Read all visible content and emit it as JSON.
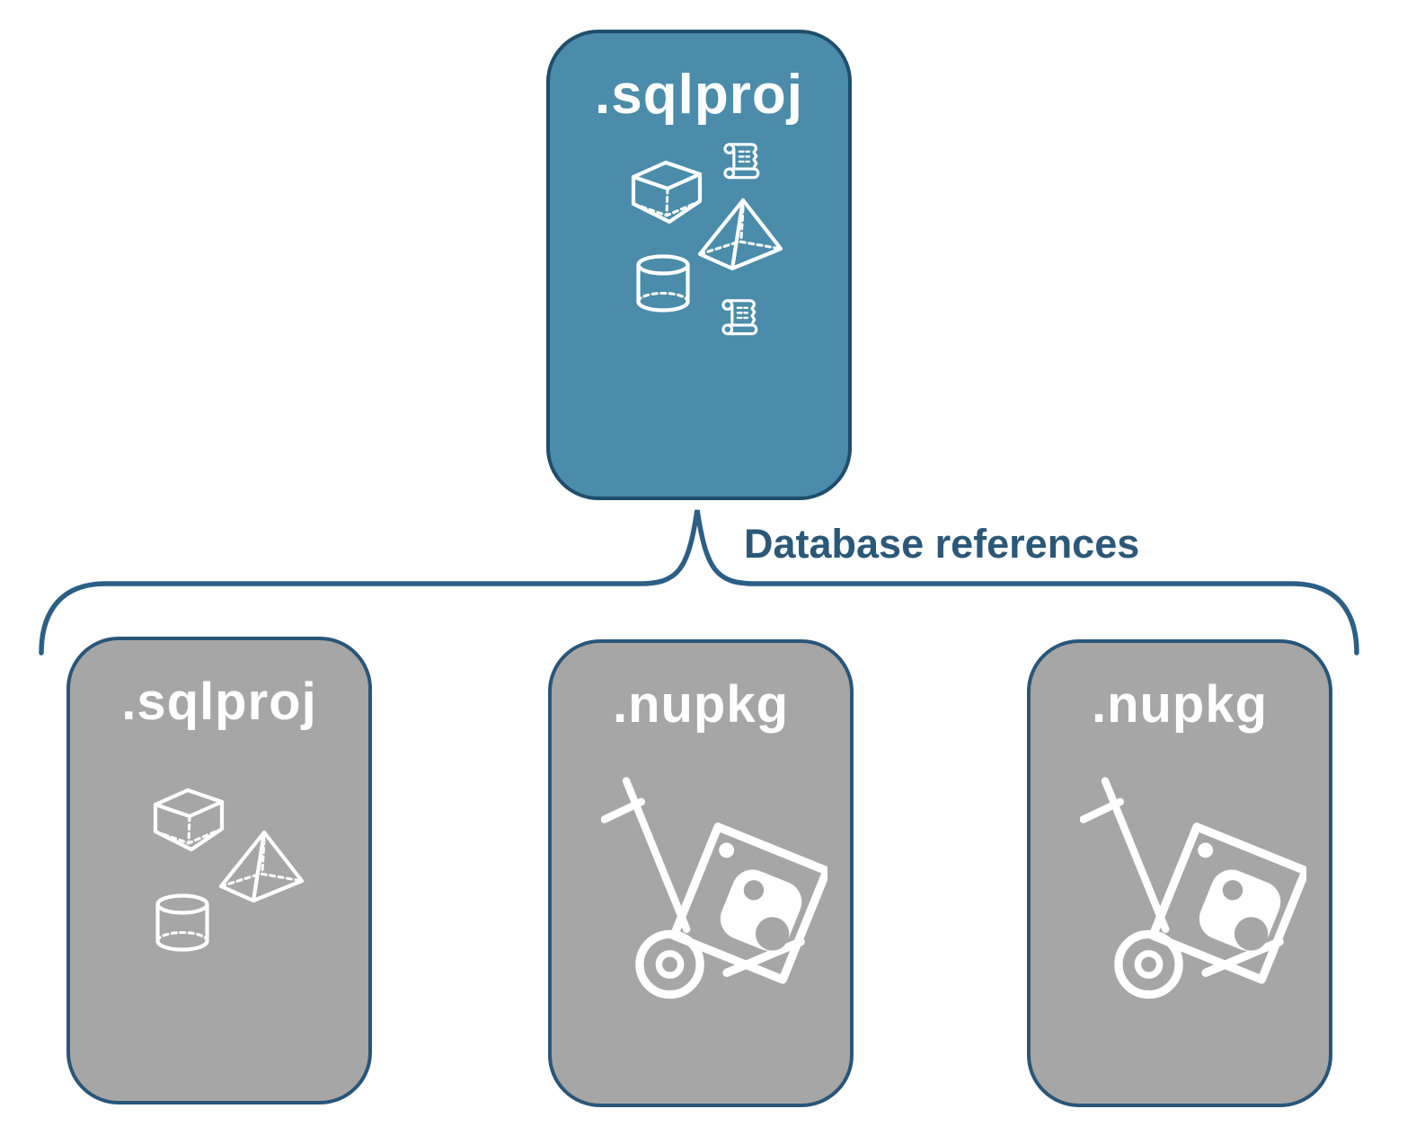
{
  "connector": {
    "label": "Database references"
  },
  "root": {
    "label": ".sqlproj",
    "icons": [
      "cube-icon",
      "scroll-icon",
      "pyramid-icon",
      "cylinder-icon",
      "scroll-icon"
    ]
  },
  "children": [
    {
      "label": ".sqlproj",
      "icons": [
        "cube-icon",
        "pyramid-icon",
        "cylinder-icon"
      ]
    },
    {
      "label": ".nupkg",
      "icons": [
        "nuget-handtruck-icon"
      ]
    },
    {
      "label": ".nupkg",
      "icons": [
        "nuget-handtruck-icon"
      ]
    }
  ],
  "colors": {
    "root_fill": "#4a8caa",
    "root_border": "#1f4e6b",
    "child_fill": "#a6a6a6",
    "child_border": "#28567a",
    "connector": "#2b5f85",
    "label_text": "#2b5878",
    "icon": "#ffffff"
  }
}
